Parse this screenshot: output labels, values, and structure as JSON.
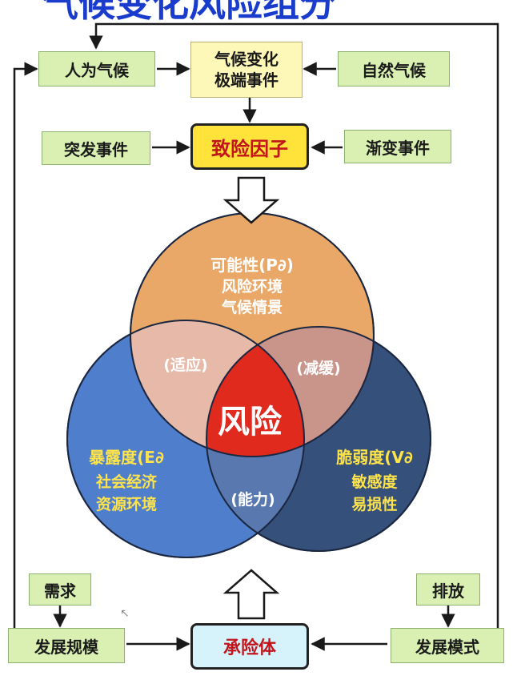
{
  "title": "气候变化风险组分",
  "boxes": {
    "human_climate": "人为气候",
    "climate_change": [
      "气候变化",
      "极端事件"
    ],
    "natural_climate": "自然气候",
    "sudden_events": "突发事件",
    "hazard": "致险因子",
    "gradual_events": "渐变事件",
    "demand": "需求",
    "emission": "排放",
    "dev_scale": "发展规模",
    "exposed_body": "承险体",
    "dev_mode": "发展模式"
  },
  "venn": {
    "top": [
      "可能性(P∂)",
      "风险环境",
      "气候情景"
    ],
    "left": [
      "暴露度(E∂",
      "社会经济",
      "资源环境"
    ],
    "right": [
      "脆弱度(V∂",
      "敏感度",
      "易损性"
    ],
    "overlap_left": "(适应)",
    "overlap_right": "(减缓)",
    "overlap_bottom": "(能力)",
    "center": "风险"
  },
  "colors": {
    "title": "#1a3ccc",
    "circle_top": "#e9a868",
    "circle_left": "#4f7fcc",
    "circle_right": "#35507a",
    "center": "#e02a1e",
    "label_yellow": "#ffe34a"
  }
}
